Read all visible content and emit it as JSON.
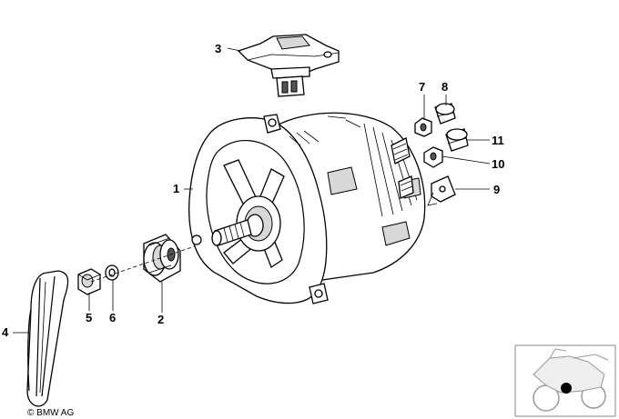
{
  "diagram": {
    "callouts": {
      "c1": "1",
      "c2": "2",
      "c3": "3",
      "c4": "4",
      "c5": "5",
      "c6": "6",
      "c7": "7",
      "c8": "8",
      "c9": "9",
      "c10": "10",
      "c11": "11"
    },
    "copyright": "© BMW AG"
  }
}
